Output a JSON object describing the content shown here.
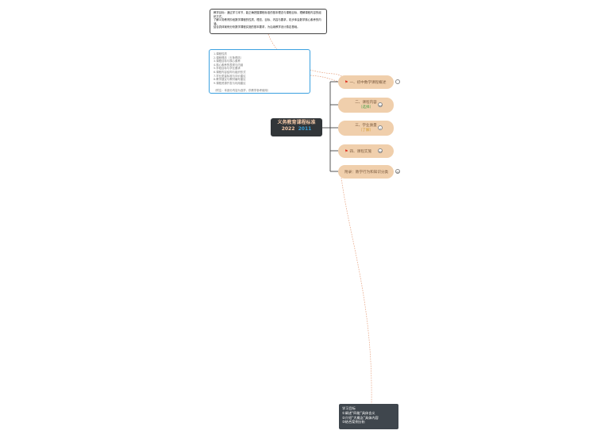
{
  "central": {
    "title": "义务教育课程标准",
    "year_a": "2022",
    "year_b": "2011"
  },
  "topics": [
    {
      "label": "一、初中数学课程概述",
      "flag": true,
      "badge": ""
    },
    {
      "label": "二、课程内容",
      "sub": "（选择）",
      "badge": "44"
    },
    {
      "label": "三、学业质量",
      "sub": "（了解）",
      "badge": "7"
    },
    {
      "label": "四、课程实施",
      "flag": true,
      "badge": "44"
    },
    {
      "label": "附录：教学行为和知识分类",
      "badge": "44"
    }
  ],
  "note_top": "教学目标：通过学习本节，能正确把握课程标准的基本理念与课程目标，理解课程内容的组织方式。\n了解义务教育阶段数学课程的性质、理念、目标、内容与要求，初步体会数学核心素养的内涵。\n结合具体案例分析数学课程实施的基本要求，为后续教学设计奠定基础。",
  "note_mid": "1.课程性质\n2.课程理念（五条理念）\n3.课程目标与核心素养\n4.核心素养的表现与内涵\n5.学段目标与学业要求\n6.课程内容结构与组织形式\n7.学业质量标准与评价建议\n8.教学建议与教材编写建议\n9.课程资源开发与利用建议\n\n（附注：本部分内容为选学，供教学参考使用）",
  "bottom_box": "学习目标\n①阐述“四能”具体含义\n②介绍“大概念”具体内容\n③结合案例分析"
}
